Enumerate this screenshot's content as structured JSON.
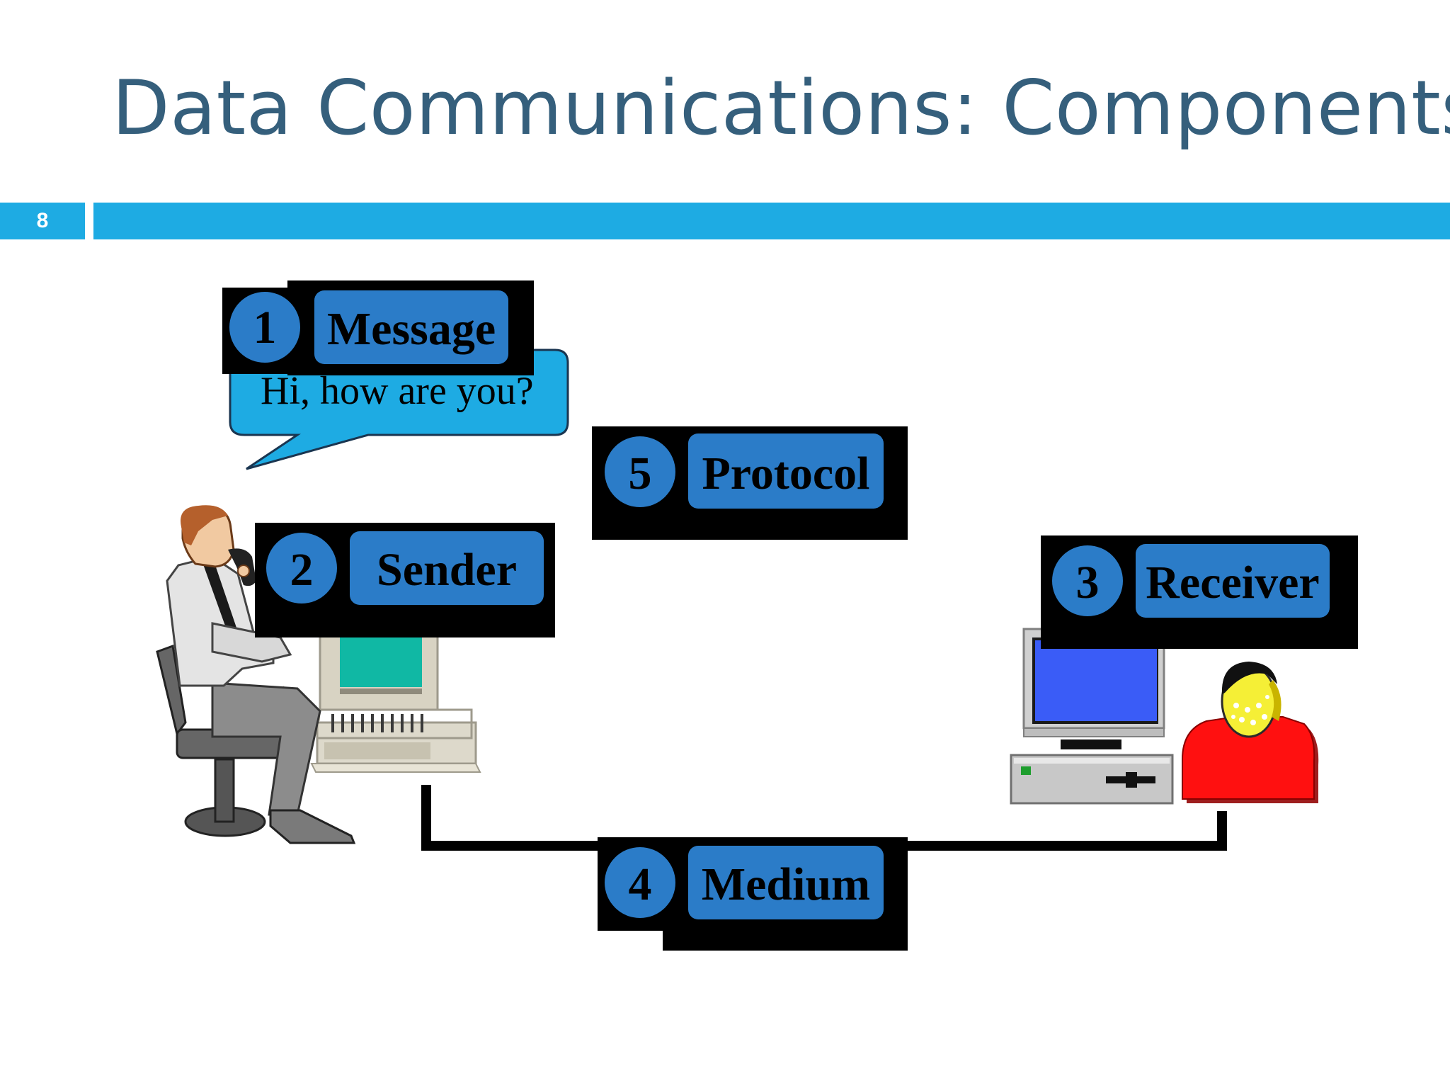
{
  "slide": {
    "title": "Data Communications: Components",
    "number": "8",
    "accent_color": "#1eabe3",
    "title_color": "#355f7c"
  },
  "diagram": {
    "speech_bubble": "Hi, how are you?",
    "components": [
      {
        "number": "1",
        "label": "Message"
      },
      {
        "number": "2",
        "label": "Sender"
      },
      {
        "number": "3",
        "label": "Receiver"
      },
      {
        "number": "4",
        "label": "Medium"
      },
      {
        "number": "5",
        "label": "Protocol"
      }
    ],
    "label_box_color": "#2b7cc8",
    "icons": [
      "sender-person-icon",
      "sender-computer-icon",
      "receiver-computer-icon",
      "receiver-person-icon",
      "cable-line"
    ]
  }
}
